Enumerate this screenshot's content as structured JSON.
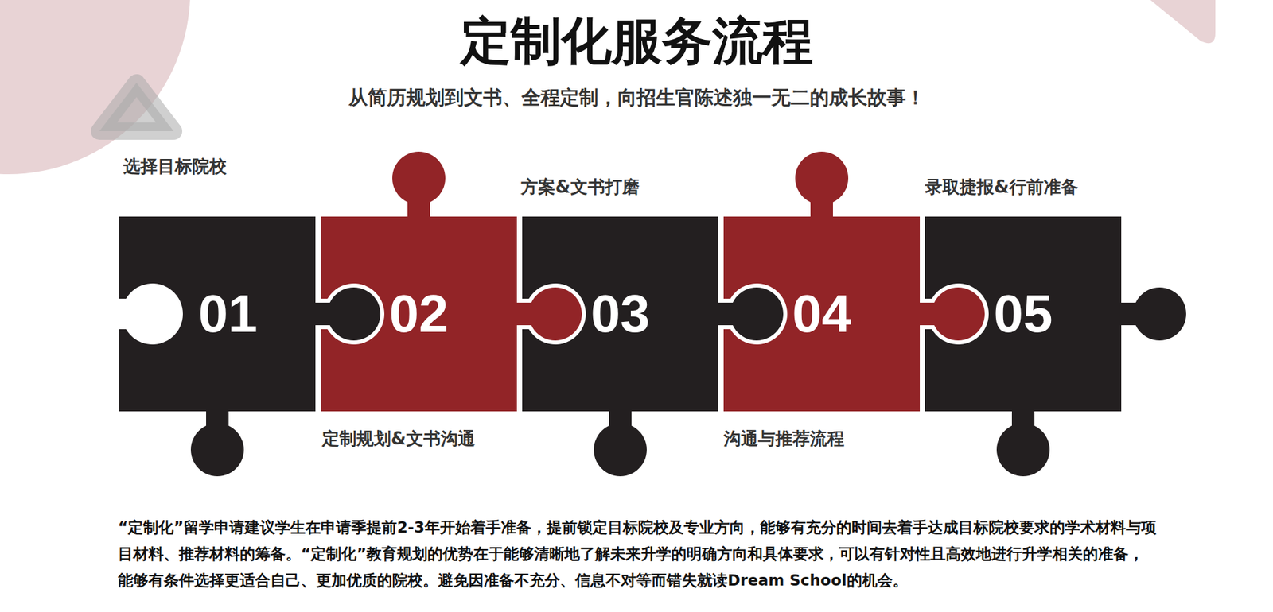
{
  "diagram": {
    "title": "定制化服务流程",
    "caption": "“定制化”留学申请建议学生在申请季提前2-3年开始着手准备，提前锁定目标院校及专业方向，能够有充分的时间去着手达成目标院校要求的学术材料与项目材料、推荐材料的筹备。“定制化”教育规划的优势在于能够清晰地了解未来升学的明确方向和具体要求，可以有针对性且高效地进行升学相关的准备，能够有条件选择更适合自己、更加优质的院校。避免因准备不充分、信息不对等而错失就读Dream School的机会。",
    "nodes": [
      {
        "text": [
          "选择目标院校",
          "01"
        ]
      },
      {
        "text": [
          "定制规划&文书沟通",
          "02"
        ]
      },
      {
        "text": [
          "方案&文书打磨",
          "03"
        ]
      },
      {
        "text": [
          "沟通与推荐流程",
          "04"
        ]
      },
      {
        "text": [
          "录取捷报&行前准备",
          "05"
        ]
      }
    ],
    "labels": [
      "从简历规划到文书、全程定制，向招生官陈述独一无二的成长故事！"
    ]
  }
}
